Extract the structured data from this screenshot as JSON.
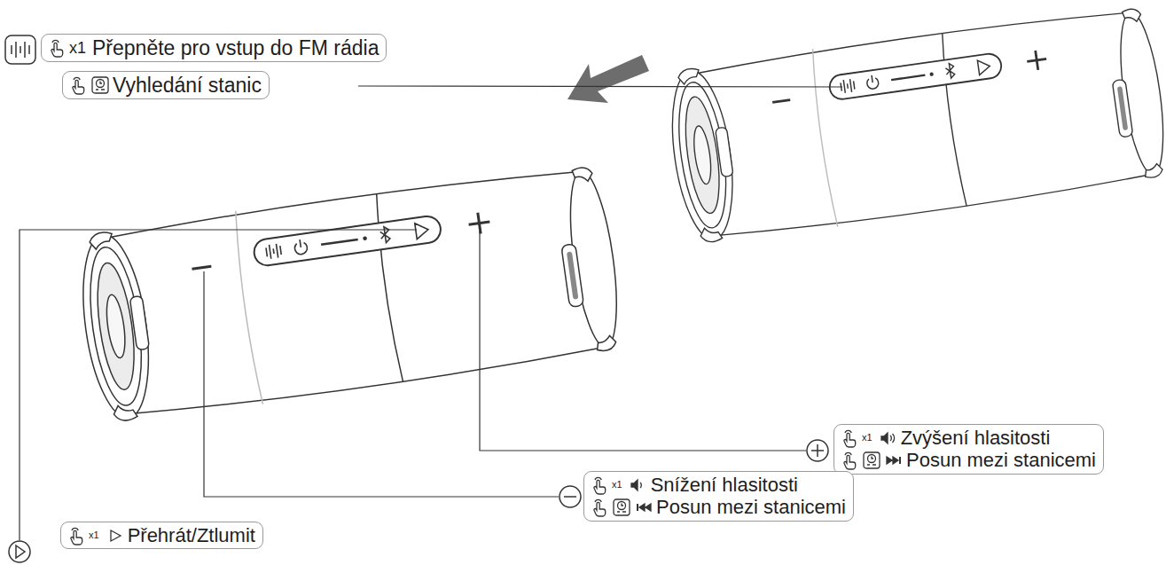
{
  "diagram": {
    "nodes": [
      {
        "text": [
          "x1",
          "Přepněte pro vstup do FM rádia"
        ]
      },
      {
        "text": [
          "Vyhledání stanic"
        ]
      },
      {
        "text": [
          "x1",
          "Zvýšení hlasitosti",
          "Posun mezi stanicemi"
        ]
      },
      {
        "text": [
          "x1",
          "Snížení hlasitosti",
          "Posun mezi stanicemi"
        ]
      },
      {
        "text": [
          "x1",
          "Přehrát/Ztlumit"
        ]
      }
    ]
  }
}
